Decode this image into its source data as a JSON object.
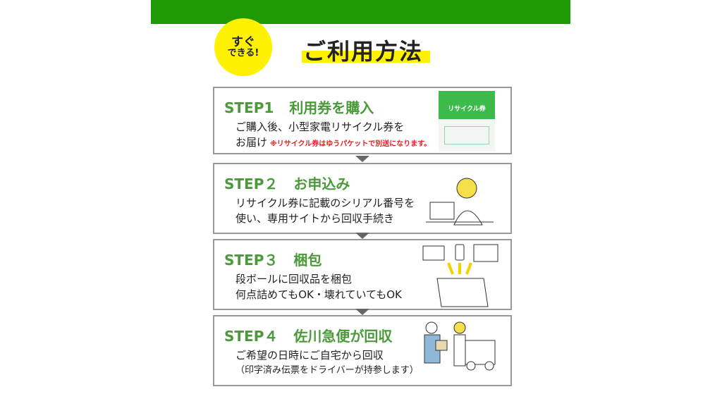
{
  "header": {
    "badge_line1": "すぐ",
    "badge_line2": "できる!",
    "title": "ご利用方法"
  },
  "steps": [
    {
      "label": "STEP1",
      "title": "利用券を購入",
      "line1": "ご購入後、小型家電リサイクル券を",
      "line2": "お届け",
      "note": "※リサイクル券はゆうパケットで別送になります。",
      "ticket_title": "リサイクル券"
    },
    {
      "label": "STEP２",
      "title": "お申込み",
      "line1": "リサイクル券に記載のシリアル番号を",
      "line2": "使い、専用サイトから回収手続き"
    },
    {
      "label": "STEP３",
      "title": "梱包",
      "line1": "段ボールに回収品を梱包",
      "line2": "何点詰めてもOK・壊れていてもOK"
    },
    {
      "label": "STEP４",
      "title": "佐川急便が回収",
      "line1": "ご希望の日時にご自宅から回収",
      "line2": "（印字済み伝票をドライバーが持参します）"
    }
  ],
  "colors": {
    "brand_green": "#1f9a06",
    "step_green": "#4a9a3a",
    "highlight": "#fff200",
    "note_red": "#e02020"
  }
}
